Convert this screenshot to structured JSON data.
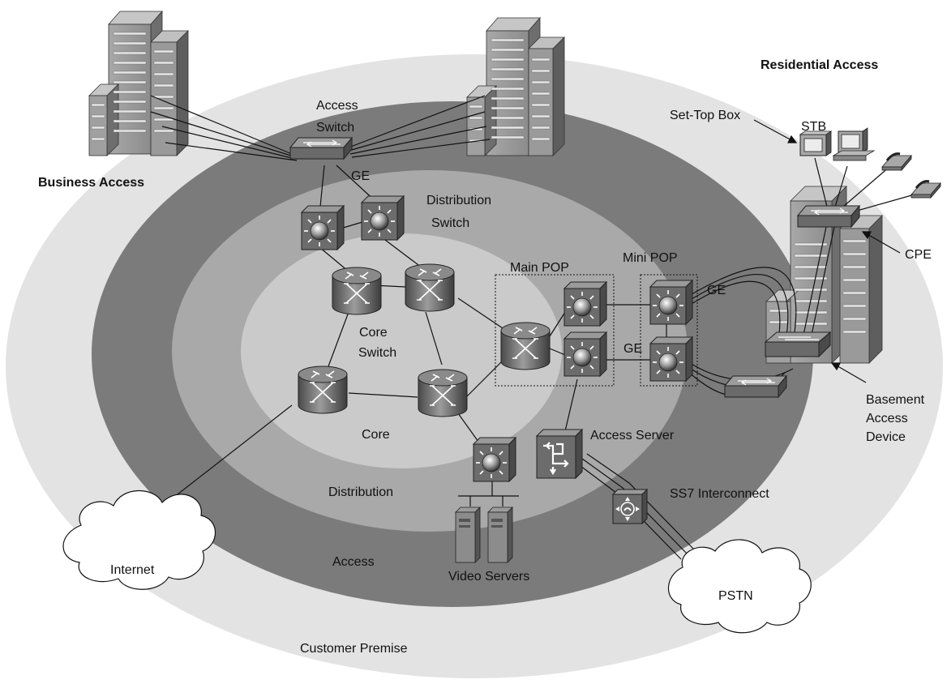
{
  "colors": {
    "ring_customer": "#e3e3e3",
    "ring_access": "#7b7b7b",
    "ring_distribution": "#a9a9a9",
    "ring_core": "#cacaca",
    "device": "#6c6c6c"
  },
  "labels": {
    "business_access": "Business Access",
    "residential_access": "Residential Access",
    "access_switch_1": "Access",
    "access_switch_2": "Switch",
    "ge_top": "GE",
    "distribution_switch_1": "Distribution",
    "distribution_switch_2": "Switch",
    "set_top_box": "Set-Top Box",
    "stb": "STB",
    "cpe": "CPE",
    "main_pop": "Main POP",
    "mini_pop": "Mini POP",
    "ge_right": "GE",
    "ge_middle": "GE",
    "core_switch_1": "Core",
    "core_switch_2": "Switch",
    "core": "Core",
    "access_server": "Access Server",
    "distribution": "Distribution",
    "ss7": "SS7 Interconnect",
    "access": "Access",
    "video_servers": "Video Servers",
    "internet": "Internet",
    "pstn": "PSTN",
    "customer_premise": "Customer Premise",
    "basement_1": "Basement",
    "basement_2": "Access",
    "basement_3": "Device"
  }
}
